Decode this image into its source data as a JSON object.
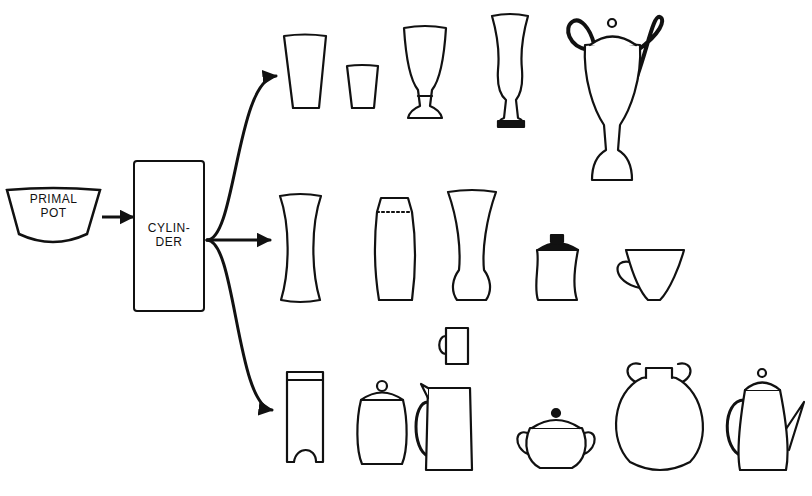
{
  "diagram": {
    "nodes": [
      {
        "text": [
          "PRIMAL POT"
        ]
      },
      {
        "text": [
          "CYLIN- DER"
        ]
      }
    ],
    "edges": [
      {
        "from": 0,
        "to": 1,
        "arrow": "to"
      }
    ]
  }
}
